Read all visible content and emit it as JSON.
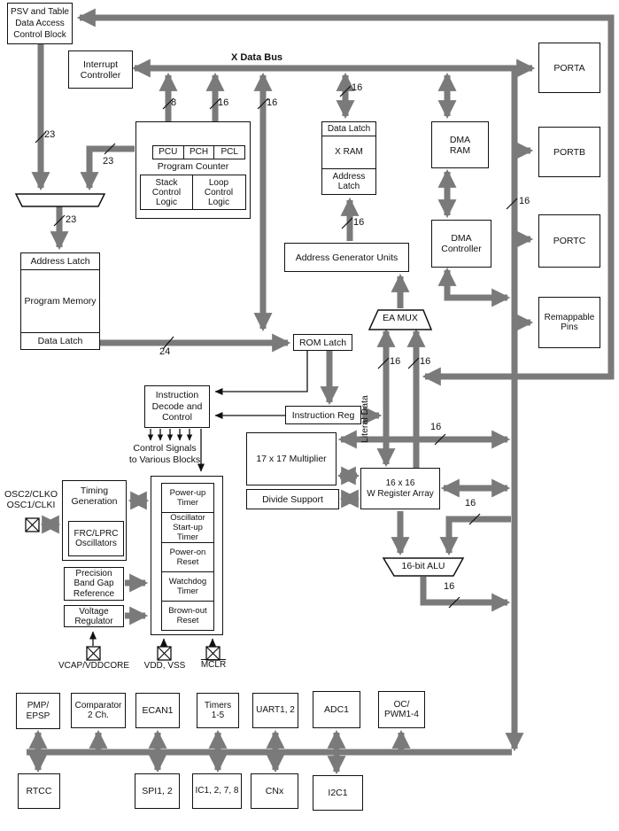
{
  "diagram": {
    "bus_labels": {
      "x_data_bus": "X Data Bus",
      "literal_data": "Literal Data",
      "control_signals": "Control Signals\nto Various Blocks"
    },
    "widths": {
      "w8": "8",
      "w16": "16",
      "w23": "23",
      "w24": "24"
    },
    "colors": {
      "bus_gray": "#7a7a7a",
      "line_black": "#111111"
    },
    "blocks": {
      "psv": "PSV and Table\nData Access\nControl Block",
      "interrupt": "Interrupt\nController",
      "pcu": "PCU",
      "pch": "PCH",
      "pcl": "PCL",
      "program_counter": "Program Counter",
      "stack": "Stack\nControl\nLogic",
      "loop": "Loop\nControl\nLogic",
      "xram_data_latch": "Data Latch",
      "xram": "X RAM",
      "xram_addr_latch": "Address\nLatch",
      "dma_ram": "DMA\nRAM",
      "dma_ctrl": "DMA\nController",
      "porta": "PORTA",
      "portb": "PORTB",
      "portc": "PORTC",
      "remappable": "Remappable\nPins",
      "agu": "Address Generator Units",
      "ea_mux": "EA MUX",
      "pm_addr_latch": "Address Latch",
      "program_memory": "Program Memory",
      "pm_data_latch": "Data Latch",
      "rom_latch": "ROM Latch",
      "decode": "Instruction\nDecode and\nControl",
      "instr_reg": "Instruction Reg",
      "multiplier": "17 x 17 Multiplier",
      "divide": "Divide Support",
      "wreg": "16 x 16\nW Register Array",
      "alu": "16-bit ALU",
      "timing": "Timing\nGeneration",
      "frc": "FRC/LPRC\nOscillators",
      "bandgap": "Precision\nBand Gap\nReference",
      "voltreg": "Voltage\nRegulator",
      "resets": [
        "Power-up\nTimer",
        "Oscillator\nStart-up Timer",
        "Power-on\nReset",
        "Watchdog\nTimer",
        "Brown-out\nReset"
      ],
      "pmp": "PMP/\nEPSP",
      "comparator": "Comparator\n2 Ch.",
      "ecan": "ECAN1",
      "timers": "Timers\n1-5",
      "uart": "UART1, 2",
      "adc": "ADC1",
      "ocpwm": "OC/\nPWM1-4",
      "rtcc": "RTCC",
      "spi": "SPI1, 2",
      "ic": "IC1, 2, 7, 8",
      "cnx": "CNx",
      "i2c": "I2C1"
    },
    "pins": {
      "osc": "OSC2/CLKO\nOSC1/CLKI",
      "vcap": "VCAP/VDDCORE",
      "vdd": "VDD, VSS",
      "mclr": "MCLR"
    }
  }
}
